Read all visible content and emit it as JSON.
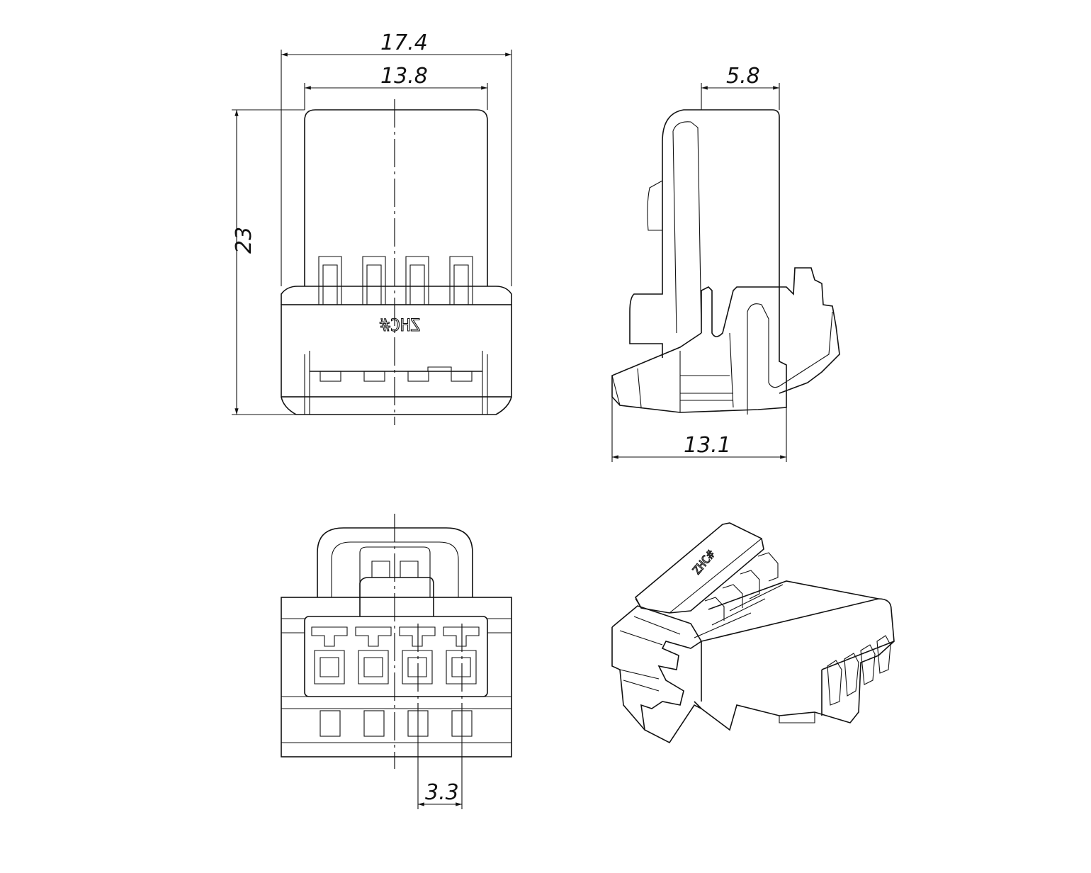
{
  "drawing": {
    "dimensions": {
      "front_overall_width": "17.4",
      "front_inner_width": "13.8",
      "front_height": "23",
      "side_top_width": "5.8",
      "side_length": "13.1",
      "bottom_pitch": "3.3"
    },
    "housing_marking": "ZHC#",
    "iso_marking": "ZHC#",
    "colors": {
      "line": "#111111",
      "background": "#ffffff"
    }
  }
}
